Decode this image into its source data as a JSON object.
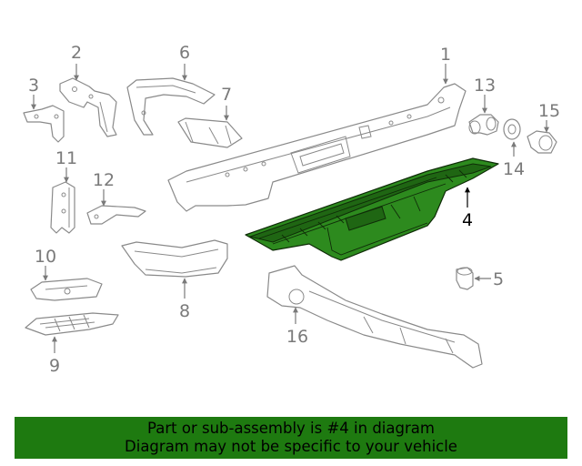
{
  "diagram": {
    "callouts": [
      "1",
      "2",
      "3",
      "4",
      "5",
      "6",
      "7",
      "8",
      "9",
      "10",
      "11",
      "12",
      "13",
      "14",
      "15",
      "16"
    ],
    "highlighted_callout": "4",
    "colors": {
      "highlight": "#2d8a1e",
      "banner": "#1e7a10",
      "outline": "#8a8a8a"
    }
  },
  "banner": {
    "line1": "Part or sub-assembly is #4 in diagram",
    "line2": "Diagram may not be specific to your vehicle"
  }
}
